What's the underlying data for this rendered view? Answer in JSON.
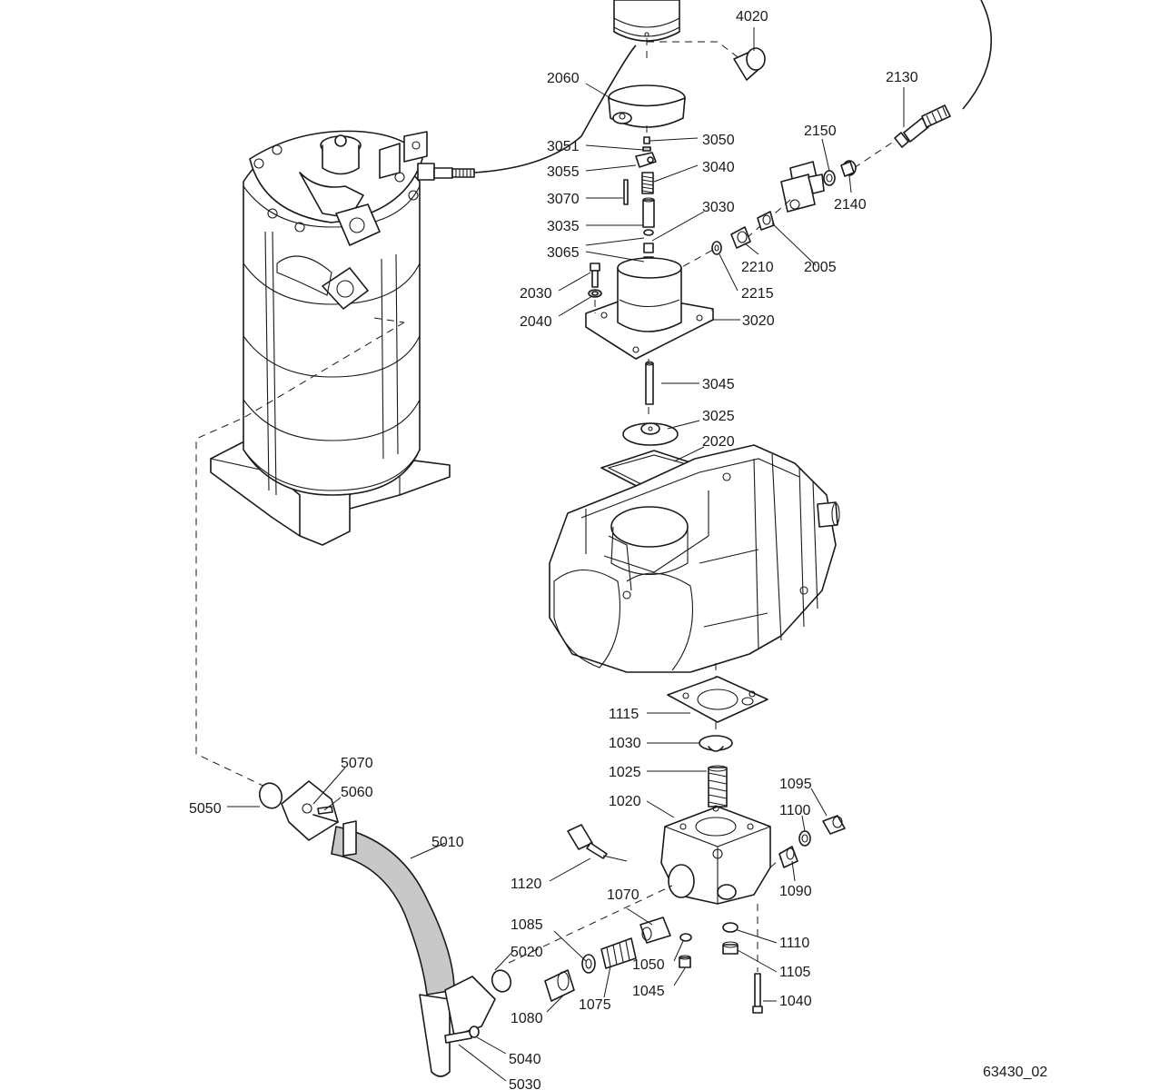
{
  "drawing_id": "63430_02",
  "callouts": {
    "p4020": "4020",
    "p2060": "2060",
    "p2130": "2130",
    "p3051": "3051",
    "p3050": "3050",
    "p2150": "2150",
    "p3055": "3055",
    "p3040": "3040",
    "p3070": "3070",
    "p2140": "2140",
    "p3035": "3035",
    "p3030": "3030",
    "p3065": "3065",
    "p2210": "2210",
    "p2005": "2005",
    "p2030": "2030",
    "p2215": "2215",
    "p2040": "2040",
    "p3020": "3020",
    "p3045": "3045",
    "p3025": "3025",
    "p2020": "2020",
    "p1115": "1115",
    "p1030": "1030",
    "p5070": "5070",
    "p1025": "1025",
    "p1095": "1095",
    "p5050": "5050",
    "p5060": "5060",
    "p1020": "1020",
    "p1100": "1100",
    "p5010": "5010",
    "p1120": "1120",
    "p1090": "1090",
    "p1070": "1070",
    "p1085": "1085",
    "p1110": "1110",
    "p5020": "5020",
    "p1050": "1050",
    "p1105": "1105",
    "p1045": "1045",
    "p1080": "1080",
    "p1075": "1075",
    "p1040": "1040",
    "p5040": "5040",
    "p5030": "5030"
  }
}
